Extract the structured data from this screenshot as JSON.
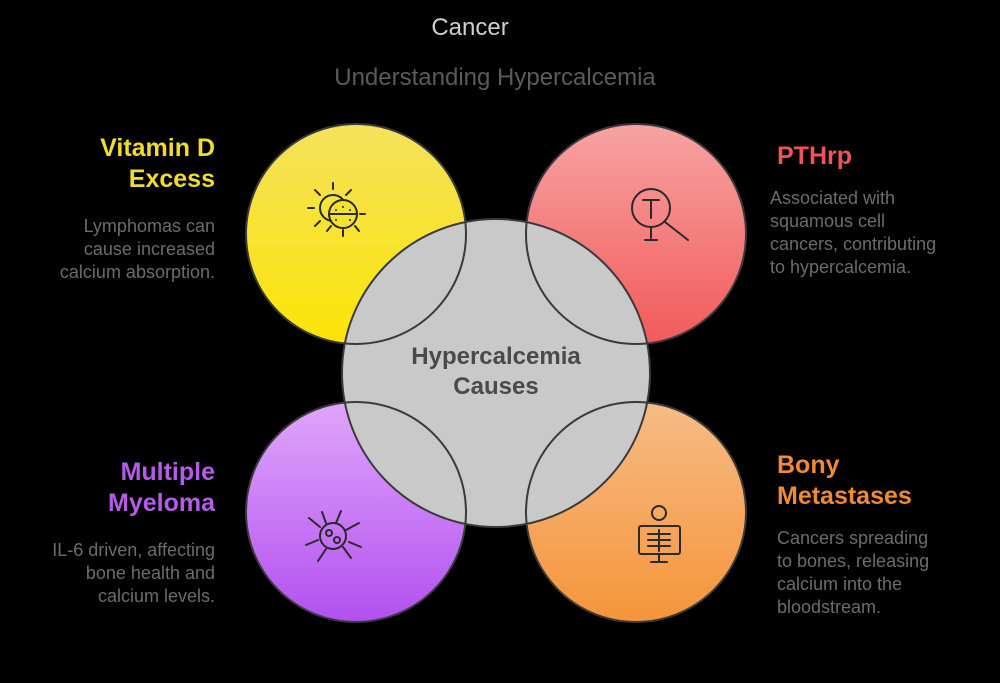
{
  "header": {
    "kicker": "Cancer",
    "subtitle": "Understanding Hypercalcemia"
  },
  "center": {
    "lines": [
      "Hypercalcemia",
      "Causes"
    ]
  },
  "causes": [
    {
      "id": "vitamin-d",
      "title_lines": [
        "Vitamin D",
        "Excess"
      ],
      "desc_lines": [
        "Lymphomas can",
        "cause increased",
        "calcium absorption."
      ],
      "color": "#f0dc2a",
      "title_color": "#f0dc2a",
      "icon": "sun-icon"
    },
    {
      "id": "pthrp",
      "title_lines": [
        "PTHrp"
      ],
      "desc_lines": [
        "Associated with",
        "squamous cell",
        "cancers, contributing",
        "to hypercalcemia."
      ],
      "color": "#ef6a6a",
      "title_color": "#ef5555",
      "icon": "magnifying-glass-icon"
    },
    {
      "id": "multiple-myeloma",
      "title_lines": [
        "Multiple",
        "Myeloma"
      ],
      "desc_lines": [
        "IL-6 driven, affecting",
        "bone health and",
        "calcium levels."
      ],
      "color": "#c066f0",
      "title_color": "#b65be8",
      "icon": "cell-icon"
    },
    {
      "id": "bony-metastases",
      "title_lines": [
        "Bony",
        "Metastases"
      ],
      "desc_lines": [
        "Cancers spreading",
        "to bones, releasing",
        "calcium into the",
        "bloodstream."
      ],
      "color": "#f6a050",
      "title_color": "#f08a33",
      "icon": "x-ray-icon"
    }
  ]
}
